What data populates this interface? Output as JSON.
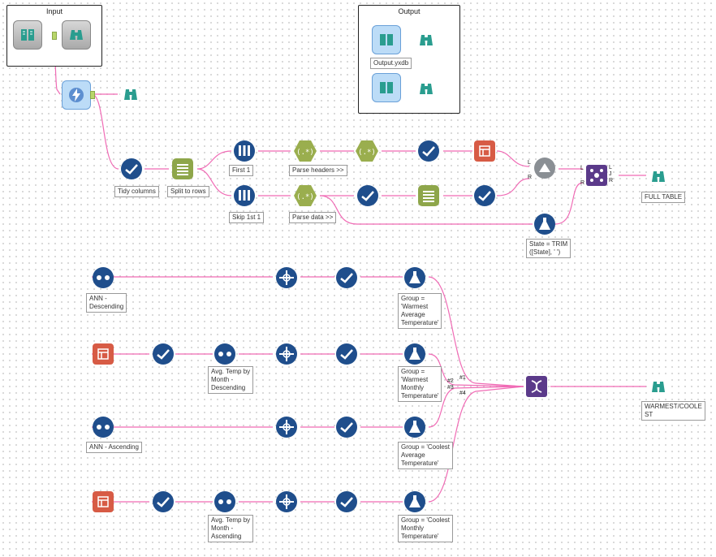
{
  "containers": {
    "input": "Input",
    "output": "Output"
  },
  "labels": {
    "output_yxdb": "Output.yxdb",
    "tidy_columns": "Tidy columns",
    "split_to_rows": "Split to rows",
    "first_1": "First 1",
    "skip_1st_1": "Skip 1st 1",
    "parse_headers": "Parse headers >>",
    "parse_data": "Parse data >>",
    "state_trim": "State = TRIM\n([State], ' ')",
    "full_table": "FULL TABLE",
    "ann_descending": "ANN -\nDescending",
    "avg_temp_desc": "Avg. Temp by\nMonth -\nDescending",
    "ann_ascending": "ANN - Ascending",
    "avg_temp_asc": "Avg. Temp by\nMonth -\nAscending",
    "group_warm_avg": "Group =\n'Warmest\nAverage\nTemperature'",
    "group_warm_month": "Group =\n'Warmest\nMonthly\nTemperature'",
    "group_cool_avg": "Group = 'Coolest\nAverage\nTemperature'",
    "group_cool_month": "Group = 'Coolest\nMonthly\nTemperature'",
    "warmest_coolest": "WARMEST/COOLE\nST"
  },
  "union_tags": {
    "t1": "#1",
    "t2": "#2",
    "t3": "#3",
    "t4": "#4"
  },
  "join_tags": {
    "l": "L",
    "r": "R",
    "jl": "L",
    "jj": "J",
    "jr": "R"
  },
  "colors": {
    "wire": "#f06bb5",
    "tool_blue": "#1f4e8c",
    "tool_green": "#8ea64a",
    "tool_red": "#d75b45",
    "tool_purple": "#5b3a8a",
    "browse_teal": "#2a9d8f"
  }
}
